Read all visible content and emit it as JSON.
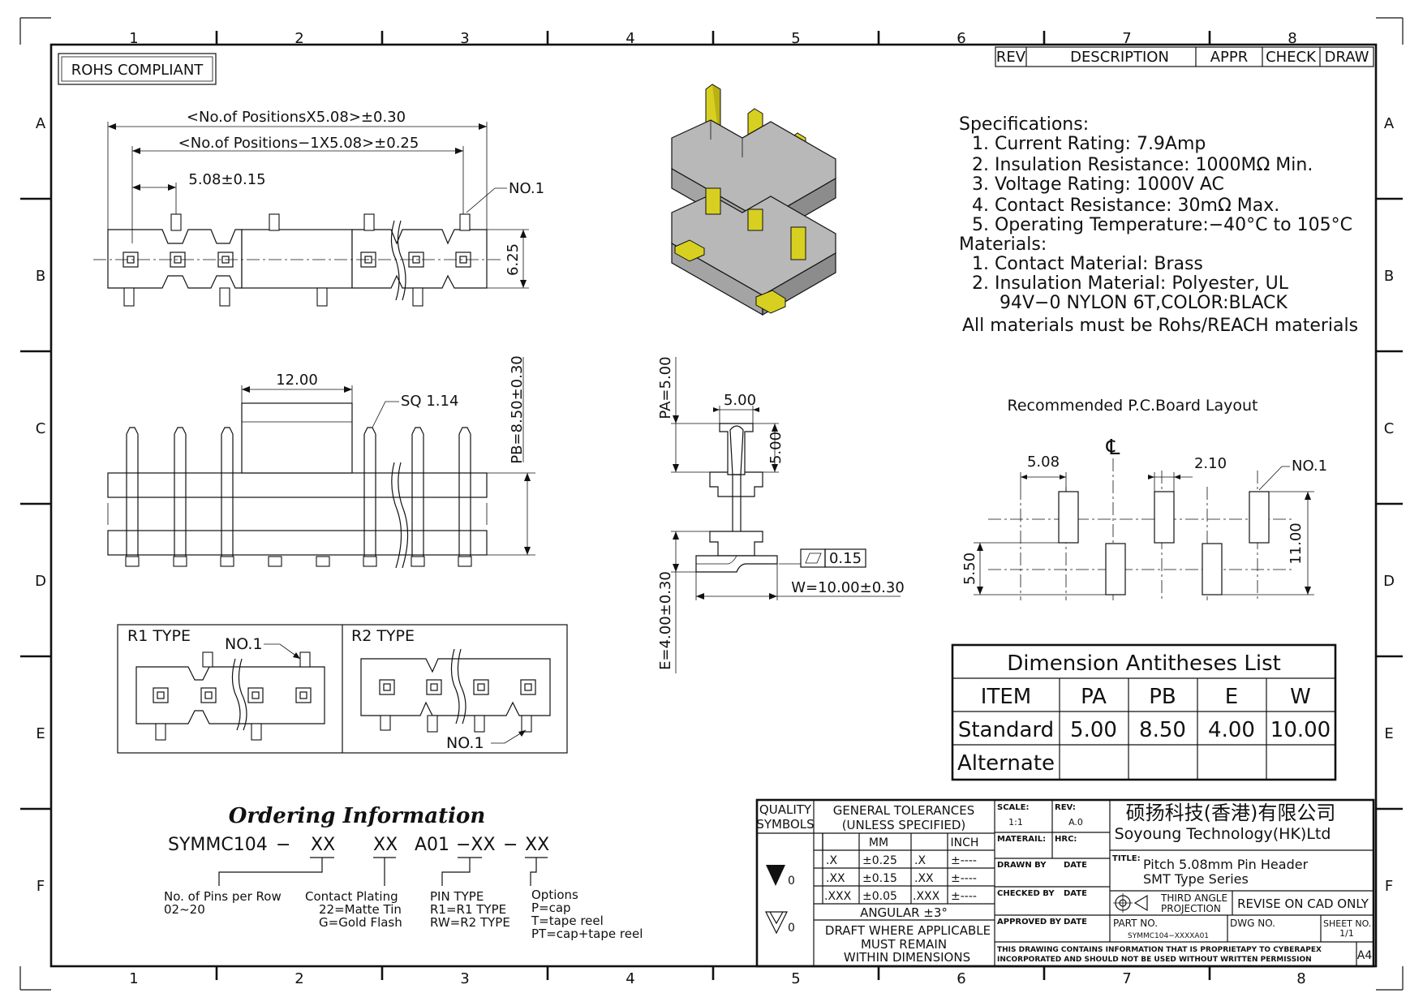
{
  "frame": {
    "columns": [
      "1",
      "2",
      "3",
      "4",
      "5",
      "6",
      "7",
      "8"
    ],
    "rows": [
      "A",
      "B",
      "C",
      "D",
      "E",
      "F"
    ]
  },
  "rohs_badge": "ROHS COMPLIANT",
  "revision_header": {
    "rev": "REV",
    "description": "DESCRIPTION",
    "appr": "APPR",
    "check": "CHECK",
    "draw": "DRAW"
  },
  "top_view": {
    "overall_dim": "<No.of PositionsX5.08>±0.30",
    "inner_dim": "<No.of Positions−1X5.08>±0.25",
    "pitch_dim": "5.08±0.15",
    "no1_label": "NO.1",
    "height_dim": "6.25"
  },
  "front_view": {
    "body_dim": "12.00",
    "sq_label": "SQ 1.14",
    "pb_dim": "PB=8.50±0.30"
  },
  "side_view": {
    "pa_dim": "PA=5.00",
    "top_width": "5.00",
    "top_height": "5.00",
    "flatness": "0.15",
    "w_dim": "W=10.00±0.30",
    "e_dim": "E=4.00±0.30"
  },
  "specifications": {
    "heading": "Specifications:",
    "items": [
      "1. Current Rating: 7.9Amp",
      "2. Insulation Resistance: 1000MΩ  Min.",
      "3. Voltage Rating:   1000V AC",
      "4. Contact Resistance:  30mΩ  Max.",
      "5. Operating Temperature:−40°C to 105°C"
    ],
    "materials_heading": "Materials:",
    "materials": [
      "1. Contact Material: Brass",
      "2. Insulation Material: Polyester, UL",
      "94V−0 NYLON 6T,COLOR:BLACK"
    ],
    "note": "All materials must be Rohs/REACH materials"
  },
  "pcb_layout": {
    "title": "Recommended P.C.Board Layout",
    "pitch": "5.08",
    "centerline": "℄",
    "pad_width": "2.10",
    "no1_label": "NO.1",
    "height_dim": "11.00",
    "pad_length": "5.50"
  },
  "dimension_list": {
    "title": "Dimension Antitheses List",
    "headers": [
      "ITEM",
      "PA",
      "PB",
      "E",
      "W"
    ],
    "rows": [
      [
        "Standard",
        "5.00",
        "8.50",
        "4.00",
        "10.00"
      ],
      [
        "Alternate",
        "",
        "",
        "",
        ""
      ]
    ]
  },
  "types": {
    "r1_label": "R1 TYPE",
    "r1_no1": "NO.1",
    "r2_label": "R2 TYPE",
    "r2_no1": "NO.1"
  },
  "ordering": {
    "title": "Ordering Information",
    "part_prefix": "SYMMC104",
    "dash1": "−",
    "code1": "XX",
    "code2": "XX",
    "code3": "A01",
    "code4": "−XX",
    "dash2": "−",
    "code5": "XX",
    "legend": [
      {
        "title": "No. of Pins per Row",
        "lines": [
          "02~20"
        ]
      },
      {
        "title": "Contact Plating",
        "lines": [
          "22=Matte Tin",
          "G=Gold Flash"
        ]
      },
      {
        "title": "PIN TYPE",
        "lines": [
          "R1=R1 TYPE",
          "RW=R2 TYPE"
        ]
      },
      {
        "title": "Options",
        "lines": [
          "P=cap",
          "T=tape reel",
          "PT=cap+tape reel"
        ]
      }
    ]
  },
  "title_block": {
    "quality_symbols": [
      "QUALITY",
      "SYMBOLS"
    ],
    "quality_marks": [
      "0",
      "0"
    ],
    "general_tolerances": [
      "GENERAL TOLERANCES",
      "(UNLESS SPECIFIED)"
    ],
    "tol_mm": "MM",
    "tol_inch": "INCH",
    "tol_rows": [
      [
        ".X",
        "±0.25",
        ".X",
        "±----"
      ],
      [
        ".XX",
        "±0.15",
        ".XX",
        "±----"
      ],
      [
        ".XXX",
        "±0.05",
        ".XXX",
        "±----"
      ]
    ],
    "angular": "ANGULAR ±3°",
    "draft_note": [
      "DRAFT WHERE APPLICABLE",
      "MUST REMAIN",
      "WITHIN DIMENSIONS"
    ],
    "scale_label": "SCALE:",
    "scale_value": "1:1",
    "rev_label": "REV:",
    "rev_value": "A.0",
    "material_label": "MATERAIL:",
    "hrc_label": "HRC:",
    "drawn_by": "DRAWN BY",
    "checked_by": "CHECKED BY",
    "approved_by": "APPROVED BY",
    "date": "DATE",
    "company_cn": "硕扬科技(香港)有限公司",
    "company_en": "Soyoung Technology(HK)Ltd",
    "title_label": "TITLE:",
    "title_lines": [
      "Pitch 5.08mm Pin Header",
      "SMT Type Series"
    ],
    "projection": [
      "THIRD ANGLE",
      "PROJECTION"
    ],
    "revise_note": "REVISE ON CAD ONLY",
    "part_no_label": "PART NO.",
    "part_no_value": "SYMMC104−XXXXA01",
    "dwg_no_label": "DWG NO.",
    "sheet_no_label": "SHEET NO.",
    "sheet_no_value": "1/1",
    "proprietary": [
      "THIS DRAWING CONTAINS INFORMATION THAT IS PROPRIETAPY TO CYBERAPEX",
      "INCORPORATED AND SHOULD NOT BE USED WITHOUT WRITTEN PERMISSION"
    ],
    "paper_size": "A4"
  },
  "colors": {
    "line": "#111111",
    "pin_gold": "#d8d020",
    "pin_gold_dark": "#9a9410",
    "body_top": "#b8b8b8",
    "body_side": "#8c8c8c",
    "body_front": "#a4a4a4"
  }
}
